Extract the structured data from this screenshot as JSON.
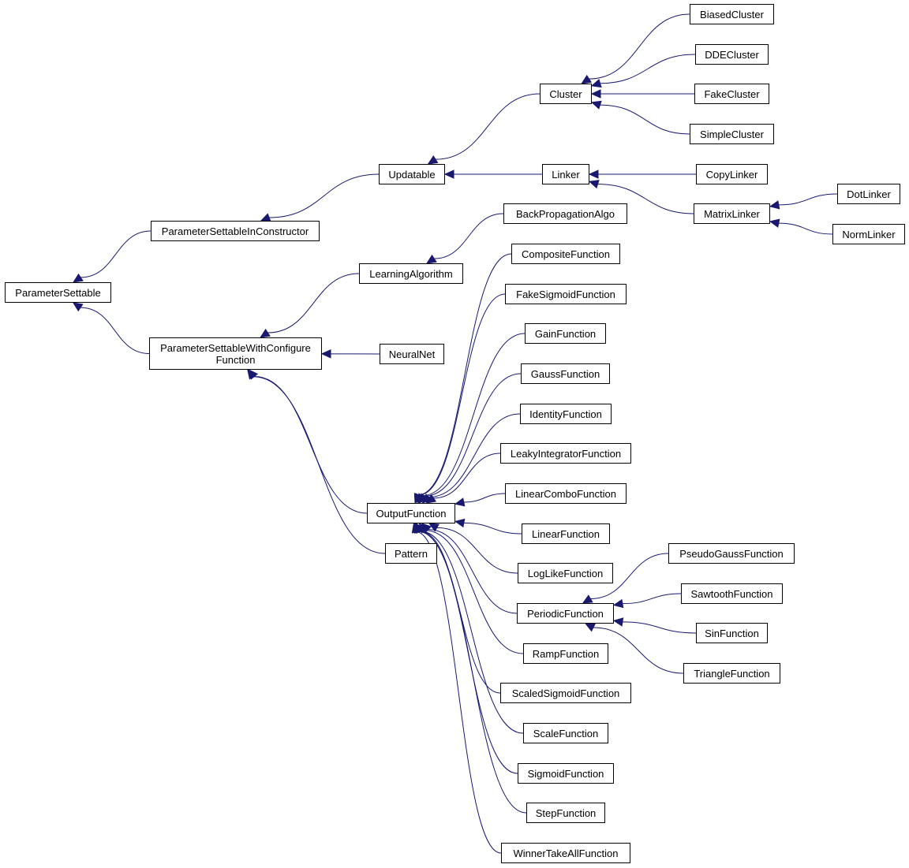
{
  "colors": {
    "edge": "#191970",
    "box_border": "#000000",
    "background": "#ffffff"
  },
  "nodes": {
    "ParameterSettable": "ParameterSettable",
    "ParameterSettableInConstructor": "ParameterSettableInConstructor",
    "ParameterSettableWithConfigureFunction": [
      "ParameterSettableWithConfigure",
      "Function"
    ],
    "Updatable": "Updatable",
    "Cluster": "Cluster",
    "BiasedCluster": "BiasedCluster",
    "DDECluster": "DDECluster",
    "FakeCluster": "FakeCluster",
    "SimpleCluster": "SimpleCluster",
    "Linker": "Linker",
    "CopyLinker": "CopyLinker",
    "MatrixLinker": "MatrixLinker",
    "DotLinker": "DotLinker",
    "NormLinker": "NormLinker",
    "LearningAlgorithm": "LearningAlgorithm",
    "BackPropagationAlgo": "BackPropagationAlgo",
    "NeuralNet": "NeuralNet",
    "OutputFunction": "OutputFunction",
    "Pattern": "Pattern",
    "CompositeFunction": "CompositeFunction",
    "FakeSigmoidFunction": "FakeSigmoidFunction",
    "GainFunction": "GainFunction",
    "GaussFunction": "GaussFunction",
    "IdentityFunction": "IdentityFunction",
    "LeakyIntegratorFunction": "LeakyIntegratorFunction",
    "LinearComboFunction": "LinearComboFunction",
    "LinearFunction": "LinearFunction",
    "LogLikeFunction": "LogLikeFunction",
    "PeriodicFunction": "PeriodicFunction",
    "PseudoGaussFunction": "PseudoGaussFunction",
    "SawtoothFunction": "SawtoothFunction",
    "SinFunction": "SinFunction",
    "TriangleFunction": "TriangleFunction",
    "RampFunction": "RampFunction",
    "ScaledSigmoidFunction": "ScaledSigmoidFunction",
    "ScaleFunction": "ScaleFunction",
    "SigmoidFunction": "SigmoidFunction",
    "StepFunction": "StepFunction",
    "WinnerTakeAllFunction": "WinnerTakeAllFunction"
  },
  "edges": [
    [
      "ParameterSettableInConstructor",
      "ParameterSettable"
    ],
    [
      "ParameterSettableWithConfigureFunction",
      "ParameterSettable"
    ],
    [
      "Updatable",
      "ParameterSettableInConstructor"
    ],
    [
      "Cluster",
      "Updatable"
    ],
    [
      "Linker",
      "Updatable"
    ],
    [
      "BiasedCluster",
      "Cluster"
    ],
    [
      "DDECluster",
      "Cluster"
    ],
    [
      "FakeCluster",
      "Cluster"
    ],
    [
      "SimpleCluster",
      "Cluster"
    ],
    [
      "CopyLinker",
      "Linker"
    ],
    [
      "MatrixLinker",
      "Linker"
    ],
    [
      "DotLinker",
      "MatrixLinker"
    ],
    [
      "NormLinker",
      "MatrixLinker"
    ],
    [
      "LearningAlgorithm",
      "ParameterSettableWithConfigureFunction"
    ],
    [
      "BackPropagationAlgo",
      "LearningAlgorithm"
    ],
    [
      "NeuralNet",
      "ParameterSettableWithConfigureFunction"
    ],
    [
      "OutputFunction",
      "ParameterSettableWithConfigureFunction"
    ],
    [
      "Pattern",
      "ParameterSettableWithConfigureFunction"
    ],
    [
      "CompositeFunction",
      "OutputFunction"
    ],
    [
      "FakeSigmoidFunction",
      "OutputFunction"
    ],
    [
      "GainFunction",
      "OutputFunction"
    ],
    [
      "GaussFunction",
      "OutputFunction"
    ],
    [
      "IdentityFunction",
      "OutputFunction"
    ],
    [
      "LeakyIntegratorFunction",
      "OutputFunction"
    ],
    [
      "LinearComboFunction",
      "OutputFunction"
    ],
    [
      "LinearFunction",
      "OutputFunction"
    ],
    [
      "LogLikeFunction",
      "OutputFunction"
    ],
    [
      "PeriodicFunction",
      "OutputFunction"
    ],
    [
      "RampFunction",
      "OutputFunction"
    ],
    [
      "ScaledSigmoidFunction",
      "OutputFunction"
    ],
    [
      "ScaleFunction",
      "OutputFunction"
    ],
    [
      "SigmoidFunction",
      "OutputFunction"
    ],
    [
      "StepFunction",
      "OutputFunction"
    ],
    [
      "WinnerTakeAllFunction",
      "OutputFunction"
    ],
    [
      "PseudoGaussFunction",
      "PeriodicFunction"
    ],
    [
      "SawtoothFunction",
      "PeriodicFunction"
    ],
    [
      "SinFunction",
      "PeriodicFunction"
    ],
    [
      "TriangleFunction",
      "PeriodicFunction"
    ]
  ]
}
